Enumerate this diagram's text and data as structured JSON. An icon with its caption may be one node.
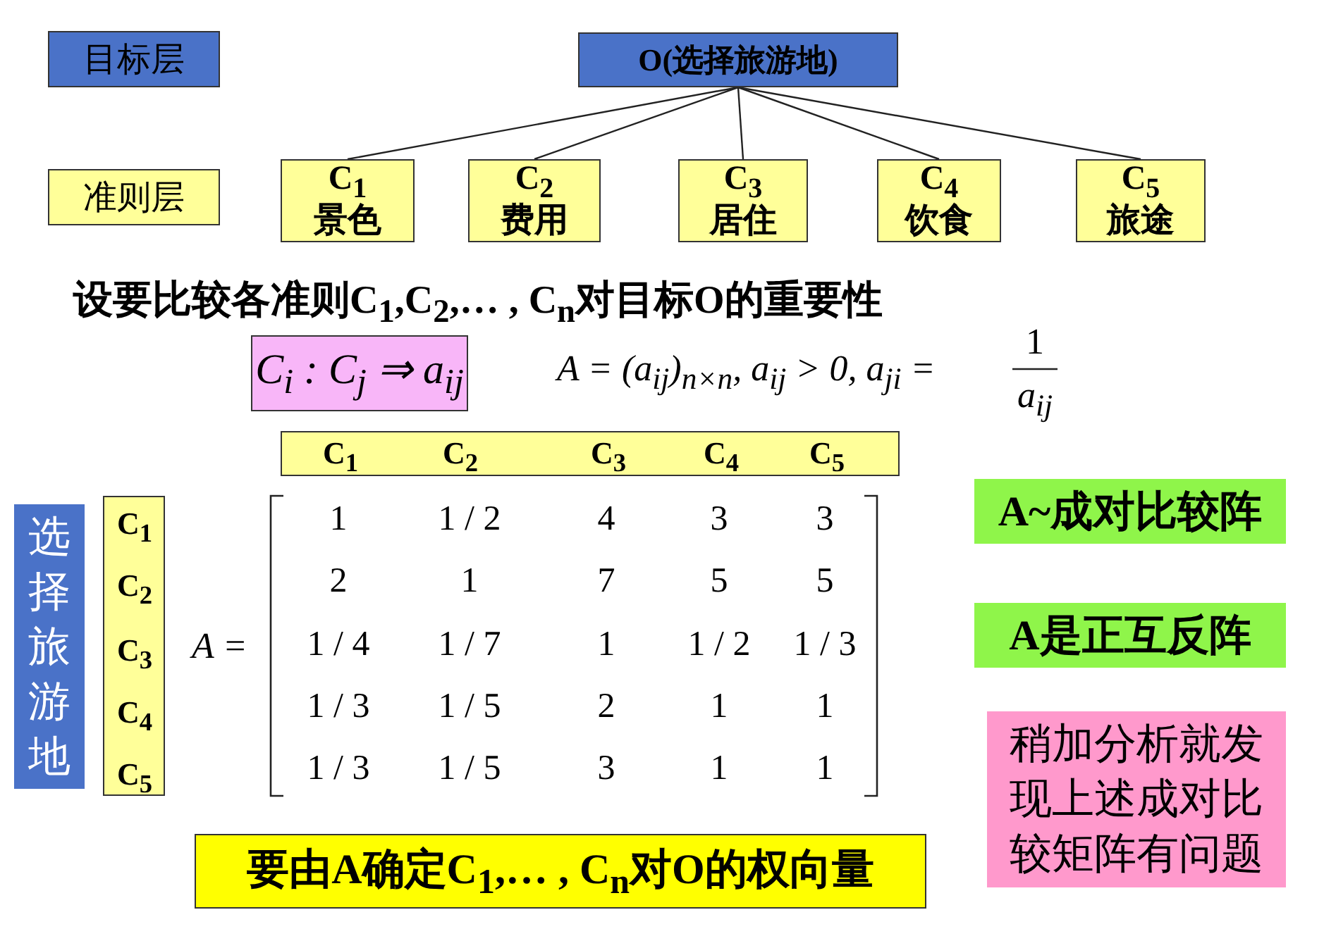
{
  "diagram": {
    "nodes": [
      {
        "text": [
          "目标层"
        ]
      },
      {
        "text": [
          "O(选择旅游地)"
        ]
      },
      {
        "text": [
          "C$_{1}$",
          "景色"
        ]
      },
      {
        "text": [
          "C$_{2}$",
          "费用"
        ]
      },
      {
        "text": [
          "C$_{3}$",
          "居住"
        ]
      },
      {
        "text": [
          "C$_{4}$",
          "饮食"
        ]
      },
      {
        "text": [
          "C$_{5}$",
          "旅途"
        ]
      },
      {
        "text": [
          "准则层"
        ]
      },
      {
        "text": [
          "C$_{i}$ : C$_{j}$ ⇒ a$_{ij}$"
        ]
      },
      {
        "text": [
          "C$_{1}$",
          "C$_{2}$",
          "C$_{3}$",
          "C$_{4}$",
          "C$_{5}$"
        ]
      },
      {
        "text": [
          "选择旅游地"
        ]
      },
      {
        "text": [
          "C$_{1}$",
          "C$_{2}$",
          "C$_{3}$",
          "C$_{4}$",
          "C$_{5}$"
        ]
      },
      {
        "text": [
          "A~成对比较阵"
        ]
      },
      {
        "text": [
          "A是正互反阵"
        ]
      },
      {
        "text": [
          "稍加分析就发现上述成对比较矩阵有问题"
        ]
      },
      {
        "text": [
          "要由A确定C$_{1}$,… , C$_{n}$对O的权向量"
        ]
      }
    ],
    "edges": [
      {
        "from": 1,
        "to": 2,
        "arrow": "none"
      },
      {
        "from": 1,
        "to": 3,
        "arrow": "none"
      },
      {
        "from": 1,
        "to": 4,
        "arrow": "none"
      },
      {
        "from": 1,
        "to": 5,
        "arrow": "none"
      },
      {
        "from": 1,
        "to": 6,
        "arrow": "none"
      }
    ],
    "labels": [
      "设要比较各准则C$_{1}$,C$_{2}$,… , C$_{n}$对目标O的重要性",
      "A = (a$_{ij}$)$_{n×n}$, a$_{ij}$ > 0, a$_{ji}$ =",
      "1",
      "a$_{ij}$",
      "A =",
      "1",
      "1 / 2",
      "4",
      "3",
      "3",
      "2",
      "1",
      "7",
      "5",
      "5",
      "1 / 4",
      "1 / 7",
      "1",
      "1 / 2",
      "1 / 3",
      "1 / 3",
      "1 / 5",
      "2",
      "1",
      "1",
      "1 / 3",
      "1 / 5",
      "3",
      "1",
      "1"
    ]
  }
}
